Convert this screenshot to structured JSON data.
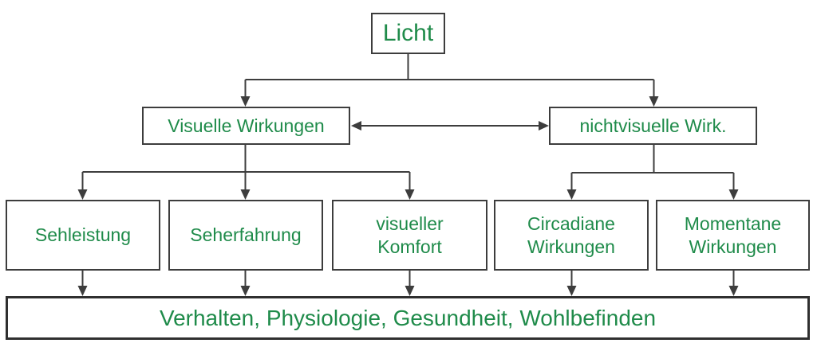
{
  "colors": {
    "page_bg": "#ffffff",
    "box_bg": "#ffffff",
    "text_green": "#1f8b4a",
    "line_gray": "#3d3d3d",
    "bottom_border": "#2f2f2f"
  },
  "diagram": {
    "root": {
      "label": "Licht"
    },
    "level2": [
      {
        "label": "Visuelle Wirkungen"
      },
      {
        "label": "nichtvisuelle Wirk."
      }
    ],
    "level3": [
      {
        "label": "Sehleistung"
      },
      {
        "label": "Seherfahrung"
      },
      {
        "label": "visueller\nKomfort"
      },
      {
        "label": "Circadiane\nWirkungen"
      },
      {
        "label": "Momentane\nWirkungen"
      }
    ],
    "outcome": {
      "label": "Verhalten, Physiologie, Gesundheit, Wohlbefinden"
    }
  }
}
